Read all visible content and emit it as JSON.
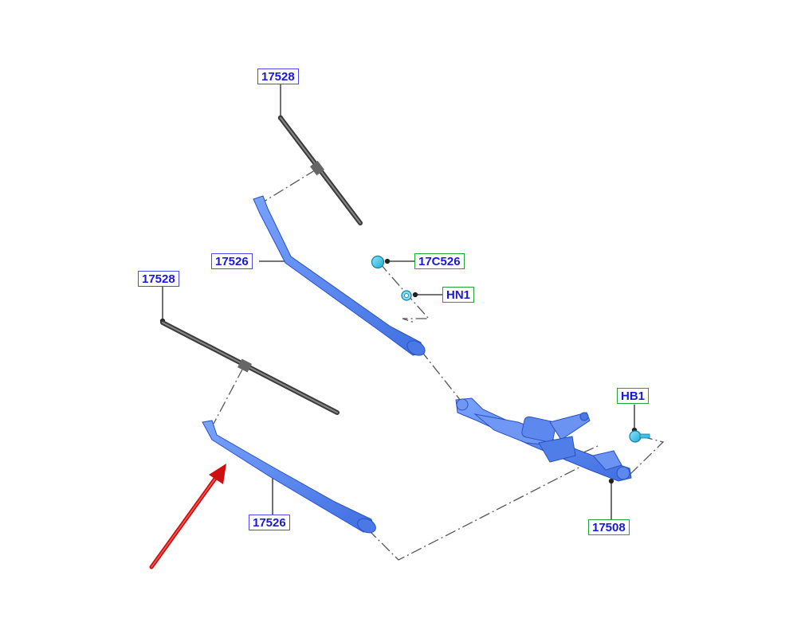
{
  "callouts": {
    "blade_upper": "17528",
    "arm_upper": "17526",
    "nut_cap": "17C526",
    "nut": "HN1",
    "blade_lower": "17528",
    "arm_lower": "17526",
    "bolt": "HB1",
    "linkage": "17508"
  },
  "colors": {
    "part_blue": "#5b86ee",
    "part_cyan": "#3fc0e0",
    "blade_gray": "#555555",
    "border_blue": "#4b4bef",
    "border_green": "#23a23a",
    "label_text": "#1a1ad6",
    "arrow_red": "#cc1010"
  }
}
